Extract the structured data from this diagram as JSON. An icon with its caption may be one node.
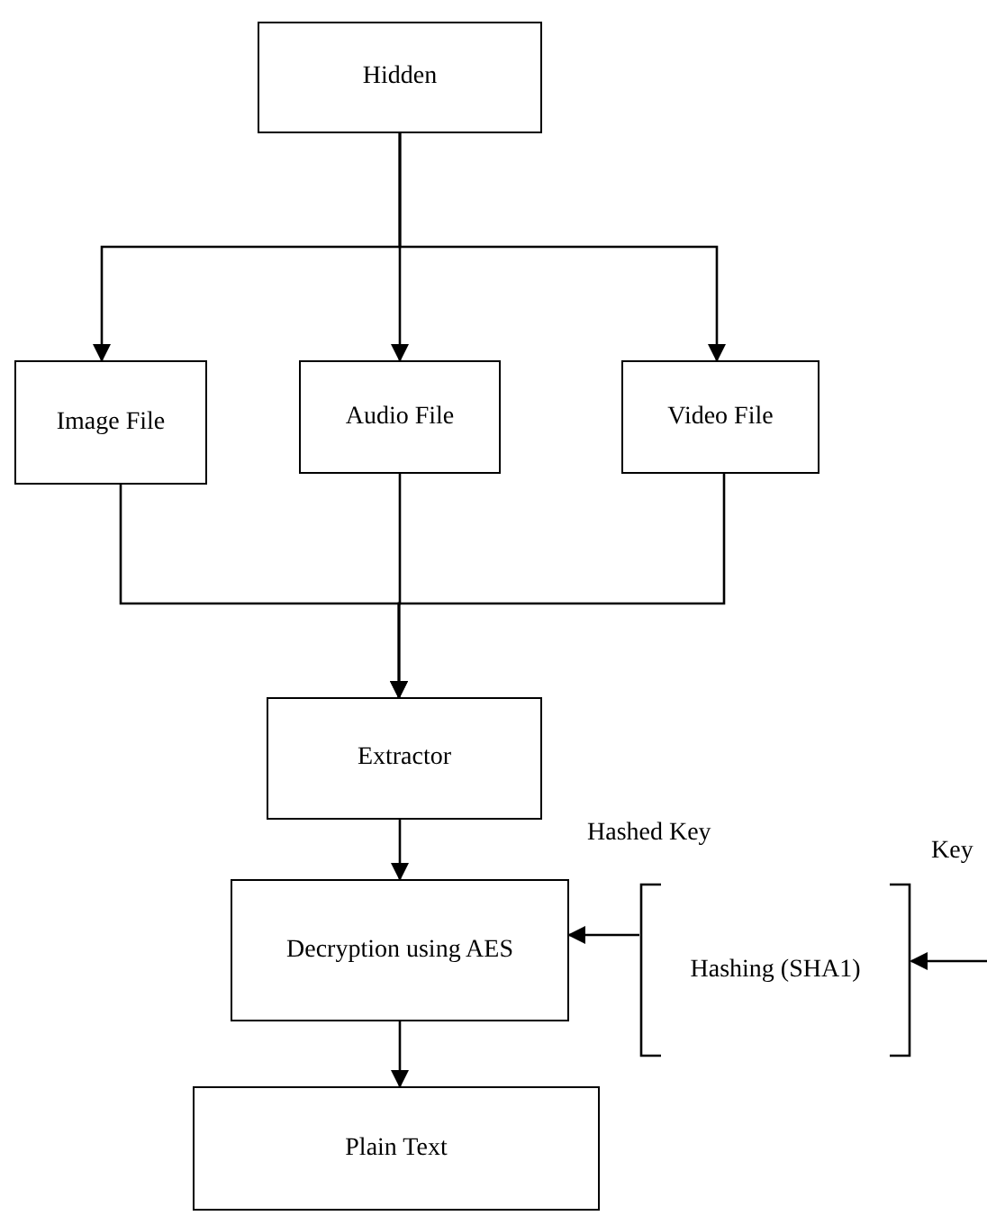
{
  "diagram": {
    "nodes": [
      {
        "text": [
          "Hidden"
        ]
      },
      {
        "text": [
          "Image File"
        ]
      },
      {
        "text": [
          "Audio File"
        ]
      },
      {
        "text": [
          "Video File"
        ]
      },
      {
        "text": [
          "Extractor"
        ]
      },
      {
        "text": [
          "Decryption using AES"
        ]
      },
      {
        "text": [
          "Hashing (SHA1)"
        ]
      },
      {
        "text": [
          "Plain Text"
        ]
      }
    ],
    "edges": [
      {
        "from": 0,
        "to": 1,
        "arrow": "to"
      },
      {
        "from": 0,
        "to": 2,
        "arrow": "to"
      },
      {
        "from": 0,
        "to": 3,
        "arrow": "to"
      },
      {
        "from": 1,
        "to": 4,
        "arrow": "to"
      },
      {
        "from": 2,
        "to": 4,
        "arrow": "to"
      },
      {
        "from": 3,
        "to": 4,
        "arrow": "to"
      },
      {
        "from": 4,
        "to": 5,
        "arrow": "to"
      },
      {
        "from": 6,
        "to": 5,
        "arrow": "to",
        "label": "Hashed Key"
      },
      {
        "from": null,
        "to": 6,
        "arrow": "to",
        "label": "Key"
      },
      {
        "from": 5,
        "to": 7,
        "arrow": "to"
      }
    ]
  }
}
